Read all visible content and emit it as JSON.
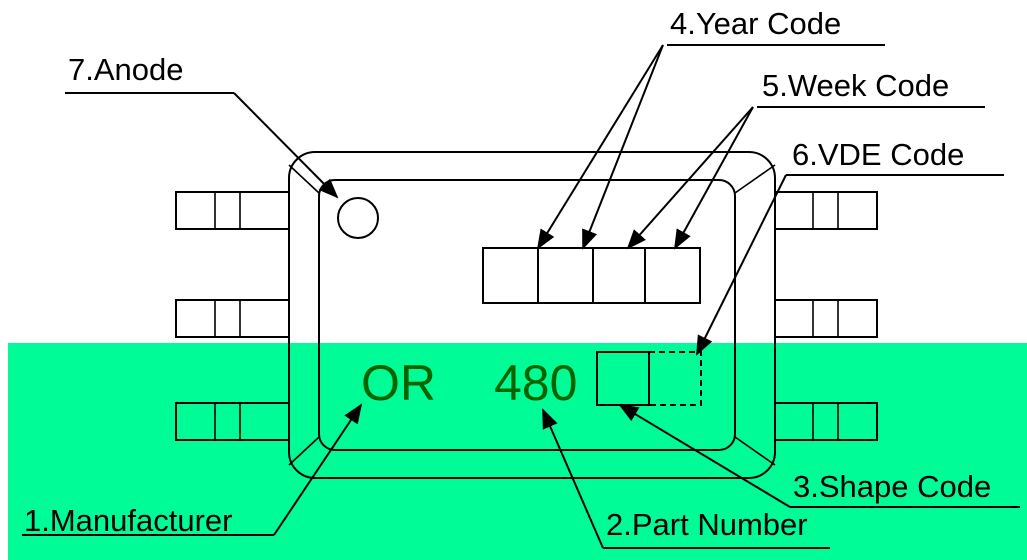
{
  "colors": {
    "highlight": "#00fc97",
    "marking": "#006400",
    "line": "#000000"
  },
  "labels": {
    "manufacturer": "1.Manufacturer",
    "part_number": "2.Part Number",
    "shape_code": "3.Shape Code",
    "year_code": "4.Year Code",
    "week_code": "5.Week Code",
    "vde_code": "6.VDE Code",
    "anode": "7.Anode"
  },
  "marking": {
    "manufacturer_text": "OR",
    "part_number_text": "480"
  }
}
